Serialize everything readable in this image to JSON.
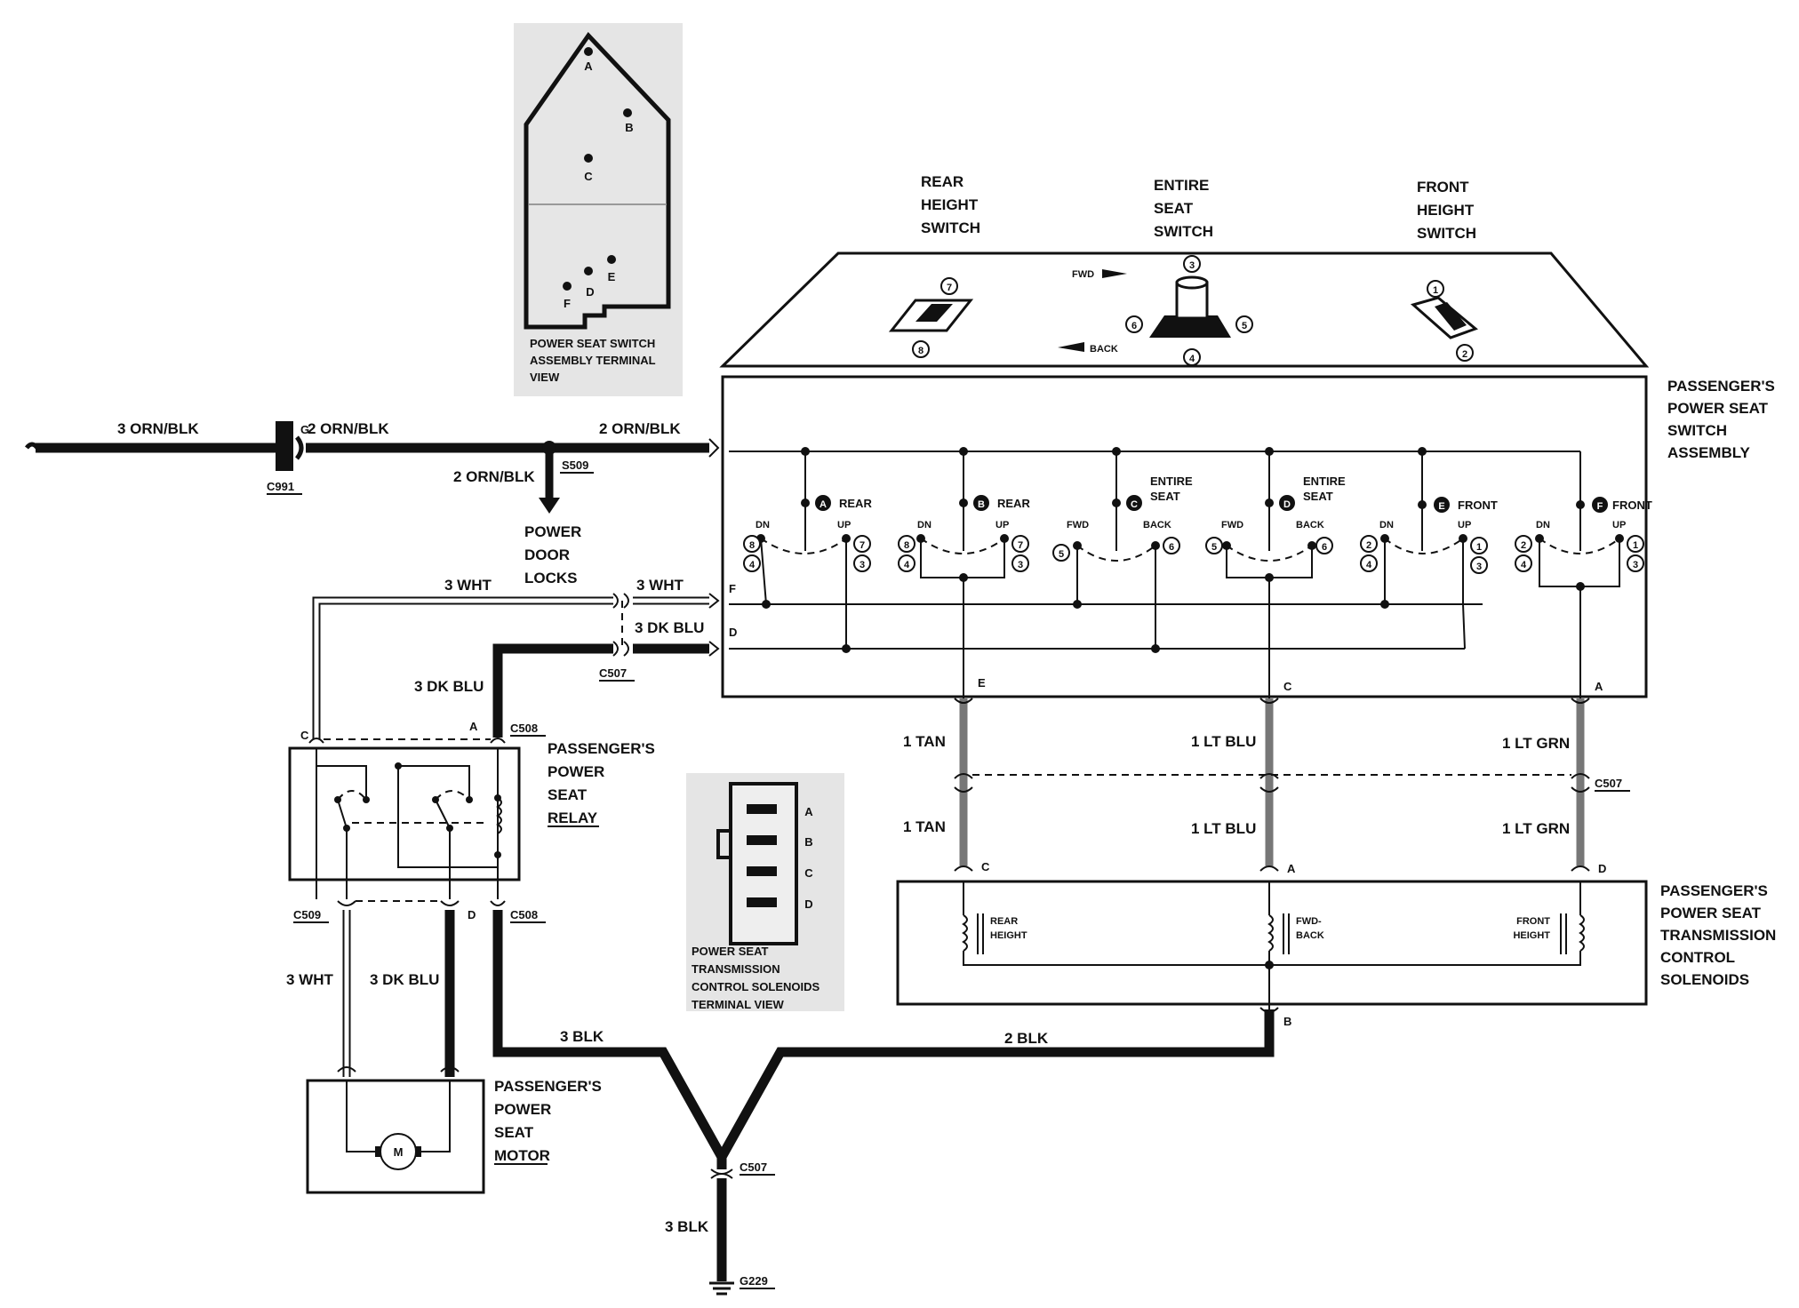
{
  "terminal_view_switch": {
    "pins": [
      "A",
      "B",
      "C",
      "D",
      "E",
      "F"
    ],
    "caption": [
      "POWER SEAT SWITCH",
      "ASSEMBLY TERMINAL",
      "VIEW"
    ]
  },
  "terminal_view_solenoids": {
    "pins": [
      "A",
      "B",
      "C",
      "D"
    ],
    "caption": [
      "POWER SEAT",
      "TRANSMISSION",
      "CONTROL SOLENOIDS",
      "TERMINAL VIEW"
    ]
  },
  "switch_labels": {
    "rear_height": [
      "REAR",
      "HEIGHT",
      "SWITCH"
    ],
    "entire_seat": [
      "ENTIRE",
      "SEAT",
      "SWITCH"
    ],
    "front_height": [
      "FRONT",
      "HEIGHT",
      "SWITCH"
    ],
    "fwd": "FWD",
    "back": "BACK",
    "nums_rear": [
      "7",
      "8"
    ],
    "nums_entire": [
      "3",
      "6",
      "5",
      "4"
    ],
    "nums_front": [
      "1",
      "2"
    ]
  },
  "components": {
    "switch_assembly": [
      "PASSENGER'S",
      "POWER SEAT",
      "SWITCH",
      "ASSEMBLY"
    ],
    "relay": [
      "PASSENGER'S",
      "POWER",
      "SEAT",
      "RELAY"
    ],
    "motor": [
      "PASSENGER'S",
      "POWER",
      "SEAT",
      "MOTOR"
    ],
    "motor_symbol": "M",
    "solenoids": [
      "PASSENGER'S",
      "POWER SEAT",
      "TRANSMISSION",
      "CONTROL",
      "SOLENOIDS"
    ],
    "power_door_locks": [
      "POWER",
      "DOOR",
      "LOCKS"
    ]
  },
  "wires": {
    "w1": "3 ORN/BLK",
    "w2": "2 ORN/BLK",
    "w3": "2 ORN/BLK",
    "w4": "2 ORN/BLK",
    "w5": "3 WHT",
    "w6": "3 WHT",
    "w7": "3 DK BLU",
    "w8": "3 DK BLU",
    "w9": "1 TAN",
    "w10": "1 LT BLU",
    "w11": "1 LT GRN",
    "w12": "1 TAN",
    "w13": "1 LT BLU",
    "w14": "1 LT GRN",
    "w15": "3 WHT",
    "w16": "3 DK BLU",
    "w17": "3 BLK",
    "w18": "2 BLK",
    "w19": "3 BLK"
  },
  "connectors": {
    "c991": "C991",
    "s509": "S509",
    "c507a": "C507",
    "c508a": "C508",
    "c508b": "C508",
    "c509": "C509",
    "c507b": "C507",
    "c507c": "C507",
    "g229": "G229"
  },
  "pins": {
    "g": "G",
    "f": "F",
    "d": "D",
    "e": "E",
    "c": "C",
    "a": "A",
    "relay_c": "C",
    "relay_a": "A",
    "relay_d": "D",
    "sol_c": "C",
    "sol_a": "A",
    "sol_d": "D",
    "sol_b": "B"
  },
  "contacts": {
    "a": {
      "letter": "A",
      "name": "REAR"
    },
    "b": {
      "letter": "B",
      "name": "REAR"
    },
    "c": {
      "letter": "C",
      "name": [
        "ENTIRE",
        "SEAT"
      ]
    },
    "d": {
      "letter": "D",
      "name": [
        "ENTIRE",
        "SEAT"
      ]
    },
    "e": {
      "letter": "E",
      "name": "FRONT"
    },
    "f": {
      "letter": "F",
      "name": "FRONT"
    },
    "dn": "DN",
    "up": "UP",
    "fwd": "FWD",
    "back": "BACK",
    "nums": [
      "8",
      "4",
      "7",
      "3",
      "8",
      "4",
      "7",
      "3",
      "5",
      "6",
      "5",
      "6",
      "2",
      "4",
      "1",
      "3",
      "2",
      "4",
      "1",
      "3"
    ]
  },
  "solenoid_labels": {
    "rear": [
      "REAR",
      "HEIGHT"
    ],
    "fwd": [
      "FWD-",
      "BACK"
    ],
    "front": [
      "FRONT",
      "HEIGHT"
    ]
  }
}
